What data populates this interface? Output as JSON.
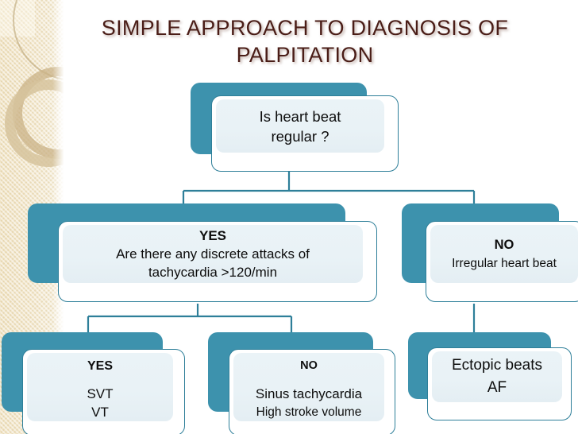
{
  "slide": {
    "title": "SIMPLE APPROACH TO DIAGNOSIS OF\nPALPITATION",
    "title_color": "#4a1d17",
    "accent_color": "#3d92ad",
    "panel_fill": "#eaf3f7",
    "sidebar_color": "#f3e8cf",
    "background": "#ffffff"
  },
  "flowchart": {
    "root": {
      "line1": "Is heart beat",
      "line2": "regular ?"
    },
    "branch_yes": {
      "label": "YES",
      "line1": "Are there any discrete attacks of",
      "line2": "tachycardia >120/min"
    },
    "branch_no": {
      "label": "NO",
      "line1": "Irregular heart beat"
    },
    "leaf_yes": {
      "label": "YES",
      "line1": "SVT",
      "line2": "VT"
    },
    "leaf_no": {
      "label": "NO",
      "line1": "Sinus tachycardia",
      "line2": "High stroke volume"
    },
    "leaf_ectopic": {
      "line1": "Ectopic beats",
      "line2": "AF"
    }
  }
}
